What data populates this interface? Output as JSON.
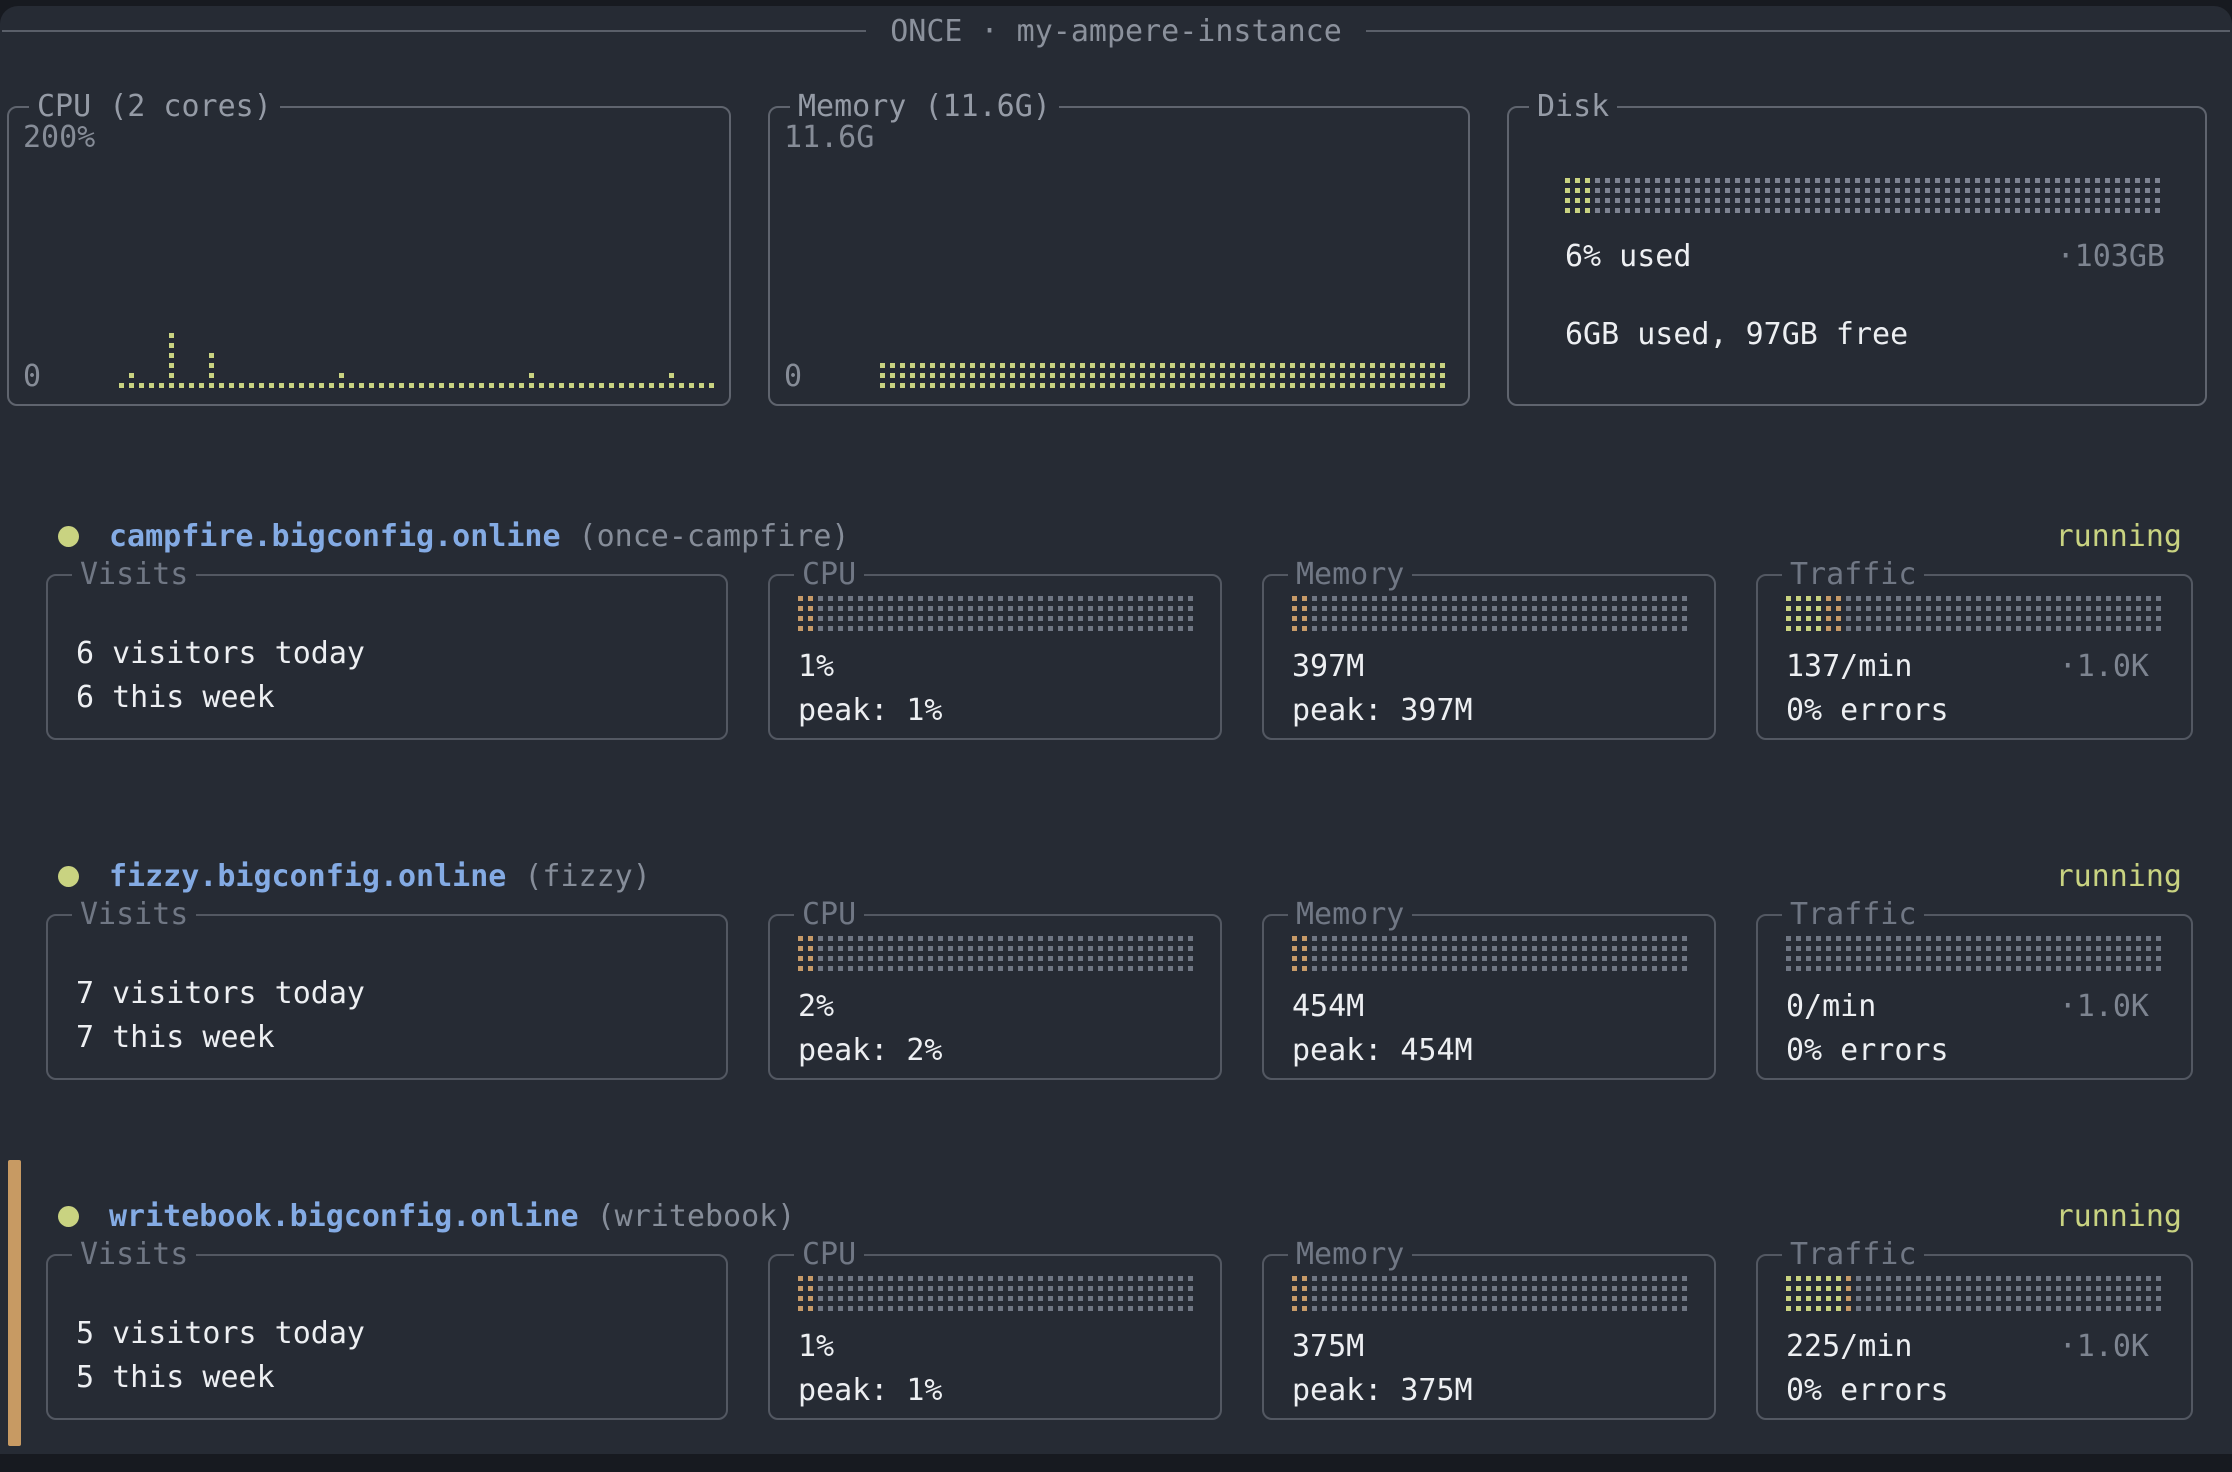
{
  "window": {
    "title": "ONCE · my-ampere-instance"
  },
  "colors": {
    "chart_green": "#c9d381",
    "bar_orange": "#c69a68",
    "bar_gray": "#6f7683",
    "disk_gray": "#7d8391",
    "accent_blue": "#84abe4",
    "status_green": "#c9d381",
    "selection_bar": "#c79a63"
  },
  "system": {
    "cpu": {
      "title": "CPU (2 cores)",
      "y_max": "200%",
      "y_min": "0",
      "spark_heights": [
        1,
        2,
        1,
        1,
        1,
        6,
        1,
        1,
        1,
        4,
        1,
        1,
        1,
        1,
        1,
        1,
        1,
        1,
        1,
        1,
        1,
        1,
        2,
        1,
        1,
        1,
        1,
        1,
        1,
        1,
        1,
        1,
        1,
        1,
        1,
        1,
        1,
        1,
        1,
        1,
        1,
        2,
        1,
        1,
        1,
        1,
        1,
        1,
        1,
        1,
        1,
        1,
        1,
        1,
        1,
        2,
        1,
        1,
        1,
        1
      ]
    },
    "memory": {
      "title": "Memory (11.6G)",
      "y_max": "11.6G",
      "y_min": "0"
    },
    "disk": {
      "title": "Disk",
      "bar": {
        "green_cols": 3,
        "orange_cols": 0
      },
      "used_percent_label": "6% used",
      "capacity_label": "·103GB",
      "detail": "6GB used, 97GB free"
    }
  },
  "apps": [
    {
      "domain": "campfire.bigconfig.online",
      "internal": "(once-campfire)",
      "status": "running",
      "selected": false,
      "visits": {
        "title": "Visits",
        "line1": "6 visitors today",
        "line2": "6 this week"
      },
      "cpu": {
        "title": "CPU",
        "value": "1%",
        "peak": "peak: 1%",
        "green_cols": 0,
        "orange_cols": 2
      },
      "memory": {
        "title": "Memory",
        "value": "397M",
        "peak": "peak: 397M",
        "green_cols": 0,
        "orange_cols": 2
      },
      "traffic": {
        "title": "Traffic",
        "rate": "137/min",
        "capacity": "·1.0K",
        "errors": "0% errors",
        "green_cols": 4,
        "orange_cols": 2
      }
    },
    {
      "domain": "fizzy.bigconfig.online",
      "internal": "(fizzy)",
      "status": "running",
      "selected": false,
      "visits": {
        "title": "Visits",
        "line1": "7 visitors today",
        "line2": "7 this week"
      },
      "cpu": {
        "title": "CPU",
        "value": "2%",
        "peak": "peak: 2%",
        "green_cols": 0,
        "orange_cols": 2
      },
      "memory": {
        "title": "Memory",
        "value": "454M",
        "peak": "peak: 454M",
        "green_cols": 0,
        "orange_cols": 2
      },
      "traffic": {
        "title": "Traffic",
        "rate": "0/min",
        "capacity": "·1.0K",
        "errors": "0% errors",
        "green_cols": 0,
        "orange_cols": 0
      }
    },
    {
      "domain": "writebook.bigconfig.online",
      "internal": "(writebook)",
      "status": "running",
      "selected": true,
      "visits": {
        "title": "Visits",
        "line1": "5 visitors today",
        "line2": "5 this week"
      },
      "cpu": {
        "title": "CPU",
        "value": "1%",
        "peak": "peak: 1%",
        "green_cols": 0,
        "orange_cols": 2
      },
      "memory": {
        "title": "Memory",
        "value": "375M",
        "peak": "peak: 375M",
        "green_cols": 0,
        "orange_cols": 2
      },
      "traffic": {
        "title": "Traffic",
        "rate": "225/min",
        "capacity": "·1.0K",
        "errors": "0% errors",
        "green_cols": 6,
        "orange_cols": 1
      }
    }
  ]
}
